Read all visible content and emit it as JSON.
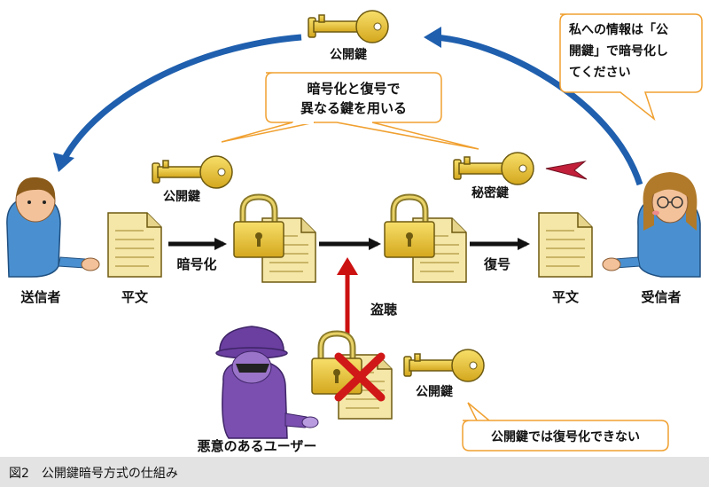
{
  "labels": {
    "top_public_key": "公開鍵",
    "bubble_top_line1": "暗号化と復号で",
    "bubble_top_line2": "異なる鍵を用いる",
    "receiver_bubble_line1": "私への情報は「公",
    "receiver_bubble_line2": "開鍵」で暗号化し",
    "receiver_bubble_line3": "てください",
    "left_public_key": "公開鍵",
    "secret_key": "秘密鍵",
    "sender": "送信者",
    "plaintext_left": "平文",
    "encrypt": "暗号化",
    "decrypt": "復号",
    "plaintext_right": "平文",
    "receiver": "受信者",
    "eavesdrop": "盗聴",
    "attacker_public_key": "公開鍵",
    "attacker_note": "公開鍵では復号化できない",
    "attacker": "悪意のあるユーザー"
  },
  "caption": "図2　公開鍵暗号方式の仕組み",
  "colors": {
    "key_gold": "#e8c23a",
    "blue_arrow": "#1f5fae",
    "red_arrow": "#cc1111",
    "bubble_border": "#f0a030",
    "document": "#f5e7a8",
    "cross": "#d01818",
    "person_blue": "#4a90d0",
    "attacker_purple": "#7a4fb0"
  },
  "icons": [
    "key-icon",
    "padlock-icon",
    "document-icon",
    "person-icon",
    "cross-icon"
  ]
}
